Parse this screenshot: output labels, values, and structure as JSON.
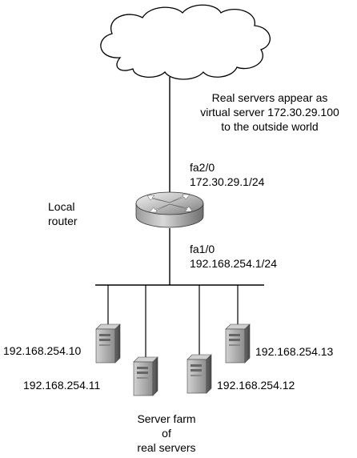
{
  "cloud": {
    "label": ""
  },
  "cloud_note": [
    "Real servers appear as",
    "virtual server 172.30.29.100",
    "to the outside world"
  ],
  "router": {
    "name_lines": [
      "Local",
      "router"
    ],
    "upper_interface": "fa2/0",
    "upper_address": "172.30.29.1/24",
    "lower_interface": "fa1/0",
    "lower_address": "192.168.254.1/24"
  },
  "servers": [
    {
      "ip": "192.168.254.10"
    },
    {
      "ip": "192.168.254.11"
    },
    {
      "ip": "192.168.254.12"
    },
    {
      "ip": "192.168.254.13"
    }
  ],
  "farm_caption": [
    "Server farm",
    "of",
    "real servers"
  ]
}
